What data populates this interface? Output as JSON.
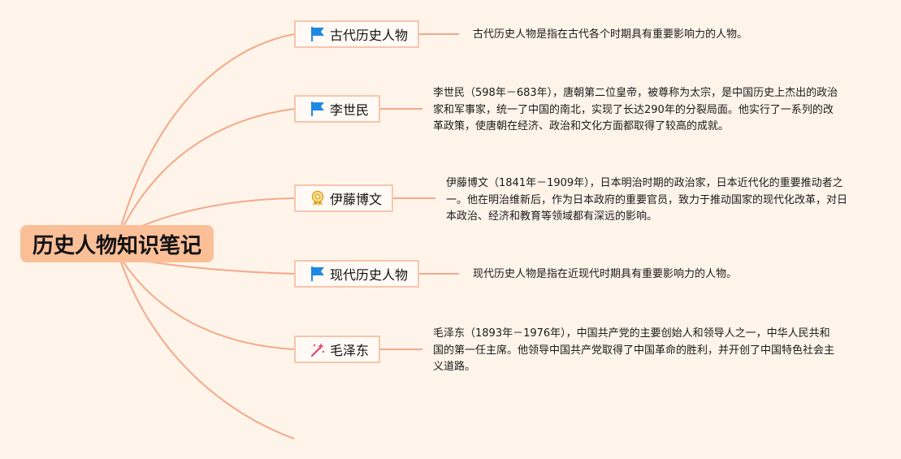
{
  "root": {
    "title": "历史人物知识笔记"
  },
  "branches": [
    {
      "label": "古代历史人物",
      "icon": "blue-flag-icon",
      "note": "古代历史人物是指在古代各个时期具有重要影响力的人物。"
    },
    {
      "label": "李世民",
      "icon": "blue-flag-icon",
      "note": "李世民（598年－683年），唐朝第二位皇帝，被尊称为太宗，是中国历史上杰出的政治家和军事家，统一了中国的南北，实现了长达290年的分裂局面。他实行了一系列的改革政策，使唐朝在经济、政治和文化方面都取得了较高的成就。"
    },
    {
      "label": "伊藤博文",
      "icon": "award-ribbon-icon",
      "note": "伊藤博文（1841年－1909年），日本明治时期的政治家，日本近代化的重要推动者之一。他在明治维新后，作为日本政府的重要官员，致力于推动国家的现代化改革，对日本政治、经济和教育等领域都有深远的影响。"
    },
    {
      "label": "现代历史人物",
      "icon": "blue-flag-icon",
      "note": "现代历史人物是指在近现代时期具有重要影响力的人物。"
    },
    {
      "label": "毛泽东",
      "icon": "magic-wand-icon",
      "note": "毛泽东（1893年－1976年），中国共产党的主要创始人和领导人之一，中华人民共和国的第一任主席。他领导中国共产党取得了中国革命的胜利，并开创了中国特色社会主义道路。"
    }
  ],
  "colors": {
    "background": "#fef4ea",
    "root_fill": "#fbbf98",
    "line": "#f4a988",
    "node_border": "#f7c6ac",
    "flag": "#1e88e5"
  }
}
